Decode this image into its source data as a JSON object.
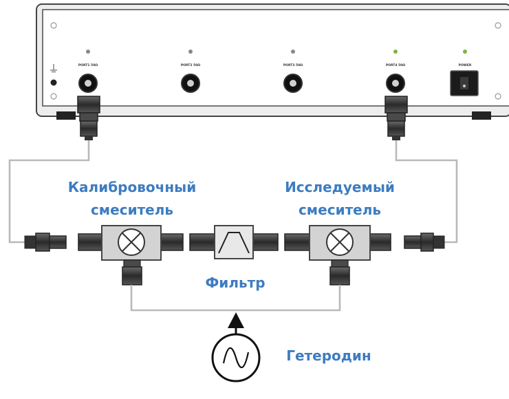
{
  "instrument": {
    "ports": [
      "PORT1 50Ω",
      "PORT2 50Ω",
      "PORT3 50Ω",
      "PORT4 50Ω"
    ],
    "power_label": "POWER"
  },
  "labels": {
    "calibration_mixer_line1": "Калибровочный",
    "calibration_mixer_line2": "смеситель",
    "dut_mixer_line1": "Исследуемый",
    "dut_mixer_line2": "смеситель",
    "filter": "Фильтр",
    "local_oscillator": "Гетеродин"
  },
  "colors": {
    "label_text": "#3d7cc0",
    "cable": "#b9b9b9",
    "active_led": "#7ab648",
    "idle_led": "#888888"
  }
}
